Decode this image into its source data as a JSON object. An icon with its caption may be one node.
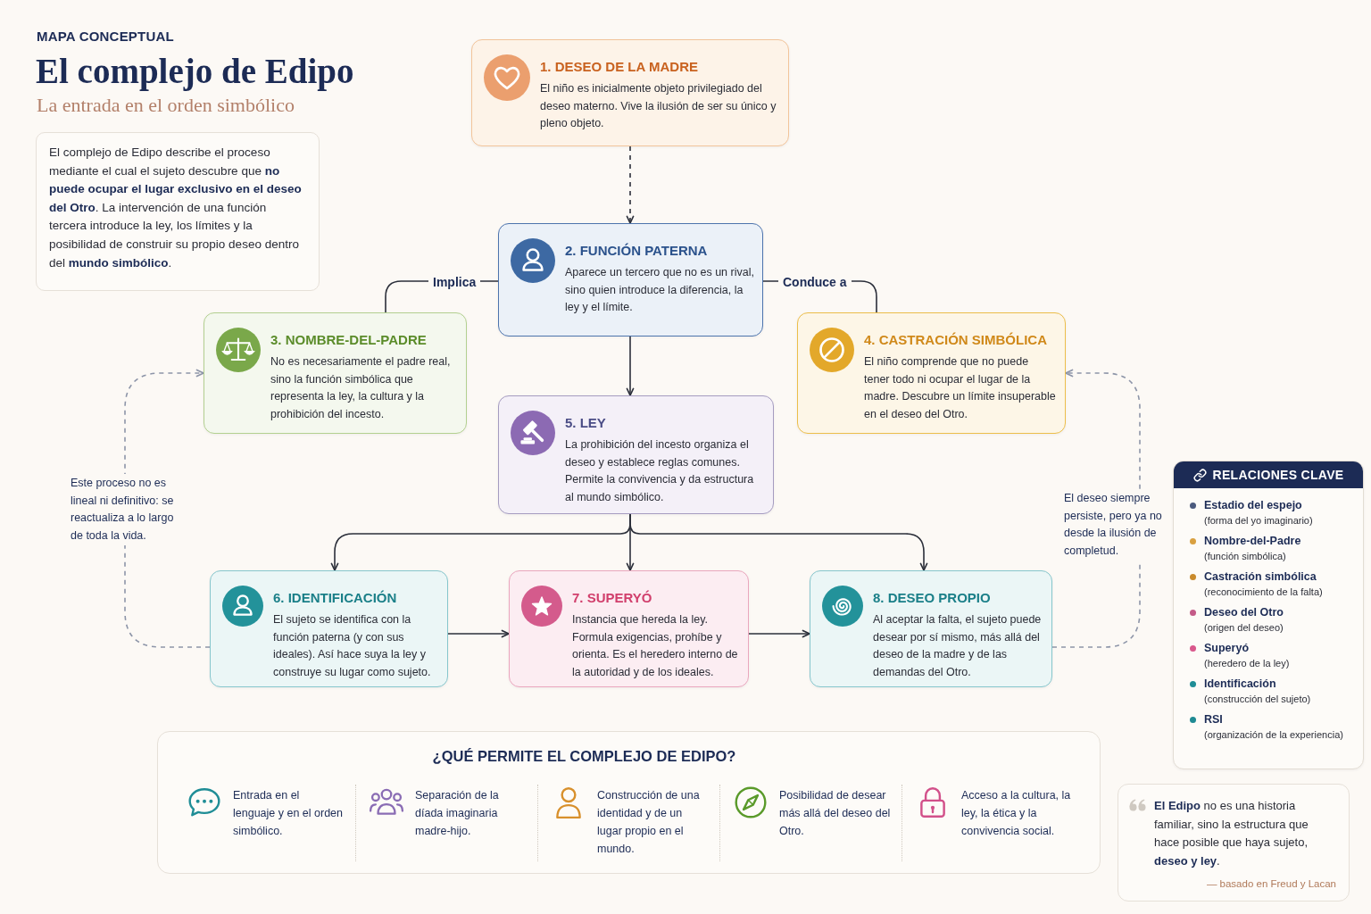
{
  "diagram": {
    "title": "El complejo de Edipo",
    "nodes": [
      {
        "text": [
          "El complejo de Edipo describe el proceso mediante el cual el sujeto descubre que **no puede ocupar el lugar exclusivo en el deseo del Otro**. La intervención de una función tercera introduce la ley, los límites y la posibilidad de construir su propio deseo dentro del **mundo simbólico**."
        ]
      },
      {
        "text": [
          "1. DESEO DE LA MADRE",
          "El niño es inicialmente objeto privilegiado del deseo materno. Vive la ilusión de ser su único y pleno objeto."
        ]
      },
      {
        "text": [
          "2. FUNCIÓN PATERNA",
          "Aparece un tercero que no es un rival, sino quien introduce la diferencia, la ley y el límite."
        ]
      },
      {
        "text": [
          "3. NOMBRE-DEL-PADRE",
          "No es necesariamente el padre real, sino la función simbólica que representa la ley, la cultura y la prohibición del incesto."
        ]
      },
      {
        "text": [
          "4. CASTRACIÓN SIMBÓLICA",
          "El niño comprende que no puede tener todo ni ocupar el lugar de la madre. Descubre un límite insuperable en el deseo del Otro."
        ]
      },
      {
        "text": [
          "5. LEY",
          "La prohibición del incesto organiza el deseo y establece reglas comunes. Permite la convivencia y da estructura al mundo simbólico."
        ]
      },
      {
        "text": [
          "6. IDENTIFICACIÓN",
          "El sujeto se identifica con la función paterna (y con sus ideales). Así hace suya la ley y construye su lugar como sujeto."
        ]
      },
      {
        "text": [
          "7. SUPERYÓ",
          "Instancia que hereda la ley. Formula exigencias, prohíbe y orienta. Es el heredero interno de la autoridad y de los ideales."
        ]
      },
      {
        "text": [
          "8. DESEO PROPIO",
          "Al aceptar la falta, el sujeto puede desear por sí mismo, más allá del deseo de la madre y de las demandas del Otro."
        ]
      },
      {
        "text": [
          "RELACIONES CLAVE"
        ]
      },
      {
        "text": [
          "¿QUÉ PERMITE EL COMPLEJO DE EDIPO?",
          "Entrada en el lenguaje y en el orden simbólico.",
          "Separación de la díada imaginaria madre-hijo.",
          "Construcción de una identidad y de un lugar propio en el mundo.",
          "Posibilidad de desear más allá del deseo del Otro.",
          "Acceso a la cultura, la ley, la ética y la convivencia social."
        ]
      },
      {
        "text": [
          "**El Edipo** no es una historia familiar, sino la estructura que hace posible que haya sujeto, **deseo y ley**.",
          "— basado en Freud y Lacan"
        ]
      }
    ],
    "edges": [
      {
        "from": 1,
        "to": 2,
        "arrow": "to",
        "style": "dashed"
      },
      {
        "from": 2,
        "to": 3,
        "arrow": "none",
        "label": "Implica"
      },
      {
        "from": 2,
        "to": 4,
        "arrow": "none",
        "label": "Conduce a"
      },
      {
        "from": 2,
        "to": 5,
        "arrow": "to"
      },
      {
        "from": 5,
        "to": 6,
        "arrow": "to"
      },
      {
        "from": 5,
        "to": 7,
        "arrow": "to"
      },
      {
        "from": 5,
        "to": 8,
        "arrow": "to"
      },
      {
        "from": 6,
        "to": 7,
        "arrow": "to"
      },
      {
        "from": 7,
        "to": 8,
        "arrow": "to"
      },
      {
        "from": 6,
        "to": 3,
        "arrow": "to",
        "style": "dashed",
        "color": "#8d95a8",
        "label": "Este proceso no es lineal ni definitivo: se reactualiza a lo largo de toda la vida."
      },
      {
        "from": 8,
        "to": 4,
        "arrow": "to",
        "style": "dashed",
        "color": "#8d95a8",
        "label": "El deseo siempre persiste, pero ya no desde la ilusión de completud."
      }
    ],
    "labels": [
      "MAPA CONCEPTUAL",
      "La entrada en el orden simbólico"
    ],
    "legend": [
      {
        "text": "**Estadio del espejo** (forma del yo imaginario)",
        "color": "#4b5a7e"
      },
      {
        "text": "**Nombre-del-Padre** (función simbólica)",
        "color": "#d9a040"
      },
      {
        "text": "**Castración simbólica** (reconocimiento de la falta)",
        "color": "#c98a2c"
      },
      {
        "text": "**Deseo del Otro** (origen del deseo)",
        "color": "#c45b88"
      },
      {
        "text": "**Superyó** (heredero de la ley)",
        "color": "#d9588c"
      },
      {
        "text": "**Identificación** (construcción del sujeto)",
        "color": "#1f8d96"
      },
      {
        "text": "**RSI** (organización de la experiencia)",
        "color": "#1f8a93"
      }
    ]
  }
}
